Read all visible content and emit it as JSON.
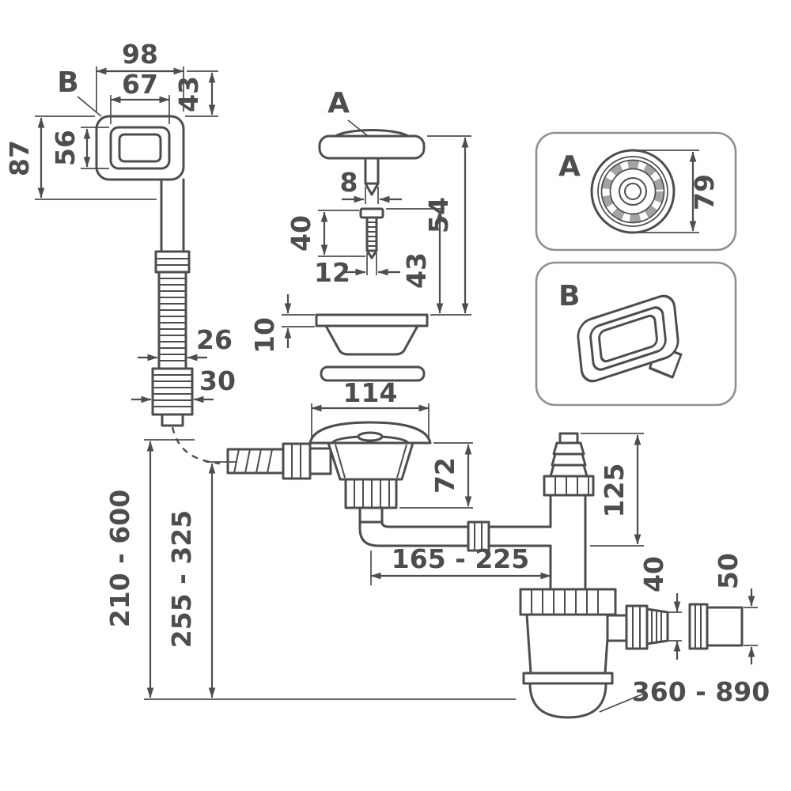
{
  "colors": {
    "ink": "#4d4d4d",
    "background": "#ffffff",
    "panel_border": "#8f8f8f"
  },
  "markers": {
    "overflow_view": "B",
    "drain_view": "A"
  },
  "panels": {
    "a": {
      "label": "A"
    },
    "b": {
      "label": "B"
    }
  },
  "dims": {
    "cap_width_outer": "98",
    "cap_width_inner": "67",
    "cap_depth": "43",
    "cap_height_inner": "56",
    "cap_height_outer": "87",
    "hose_od": "26",
    "hose_fitting_od": "30",
    "pin_od": "8",
    "screw_length": "40",
    "screw_thread": "12",
    "drain_stack_total": "54",
    "drain_stack_lower": "43",
    "basket_rim": "10",
    "flange_od": "114",
    "body_height": "72",
    "branch_height": "125",
    "cover_od": "79",
    "outlet_reach": "165 - 225",
    "overflow_hose_length": "210 - 600",
    "trap_height": "255 - 325",
    "outlet_barb_od": "40",
    "outlet_adapter_od": "50",
    "drain_hose_length": "360 - 890"
  }
}
